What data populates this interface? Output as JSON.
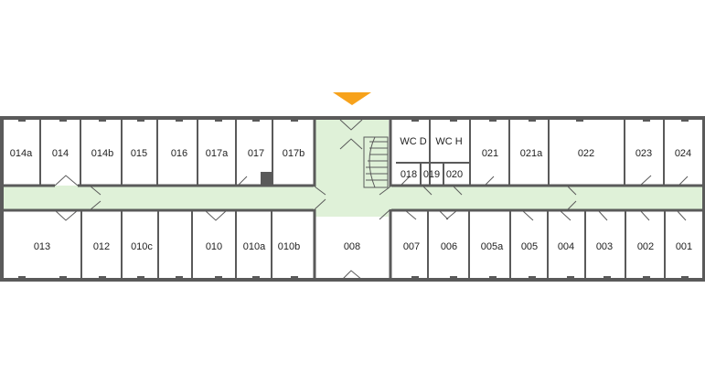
{
  "colors": {
    "corridor": "#dff1d8",
    "wall": "#5a5a5a",
    "room": "#ffffff",
    "entrance_marker": "#f7a21b"
  },
  "icons": [
    "entrance-arrow-icon",
    "staircase-icon",
    "door-swing-icon"
  ],
  "rooms_north": [
    "014a",
    "014",
    "014b",
    "015",
    "016",
    "017a",
    "017",
    "017b"
  ],
  "rooms_north_east": [
    "021",
    "021a",
    "022",
    "023",
    "024"
  ],
  "rooms_core": [
    "WC D",
    "WC H",
    "018",
    "019",
    "020"
  ],
  "rooms_south": [
    "013",
    "012",
    "010c",
    "010",
    "010a",
    "010b",
    "008",
    "007",
    "006",
    "005a",
    "005",
    "004",
    "003",
    "002",
    "001"
  ]
}
